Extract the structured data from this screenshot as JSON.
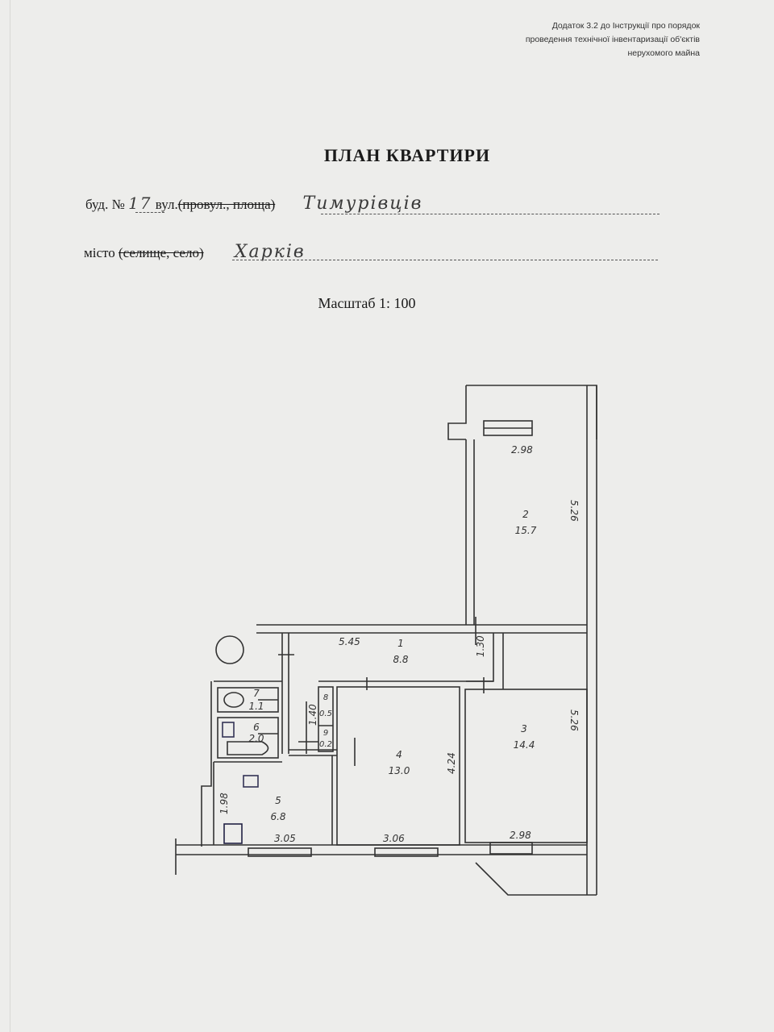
{
  "annex": {
    "line1": "Додаток 3.2 до Інструкції про порядок",
    "line2": "проведення технічної інвентаризації об'єктів",
    "line3": "нерухомого майна"
  },
  "title": "ПЛАН КВАРТИРИ",
  "building": {
    "prefix": "буд. №",
    "number": "17",
    "street_label": "вул.",
    "struck": "(провул., площа)",
    "street": "Тимурівців"
  },
  "city": {
    "label": "місто",
    "struck": "(селище, село)",
    "value": "Харків"
  },
  "scale": "Масштаб 1: 100",
  "rooms": [
    {
      "num": "1",
      "area": "8.8"
    },
    {
      "num": "2",
      "area": "15.7"
    },
    {
      "num": "3",
      "area": "14.4"
    },
    {
      "num": "4",
      "area": "13.0"
    },
    {
      "num": "5",
      "area": "6.8"
    },
    {
      "num": "6",
      "area": "2.0"
    },
    {
      "num": "7",
      "area": "1.1"
    },
    {
      "num": "8",
      "area": "0.5"
    },
    {
      "num": "9",
      "area": "0.2"
    }
  ],
  "dimensions": {
    "room2_width": "2.98",
    "room2_length": "5.26",
    "corridor_length": "5.45",
    "corridor_width": "1.30",
    "room3_length": "5.26",
    "room3_width": "2.98",
    "room4_length": "4.24",
    "room4_width": "3.06",
    "kitchen_width": "3.05",
    "kitchen_length": "1.98",
    "closet_length": "1.40"
  }
}
